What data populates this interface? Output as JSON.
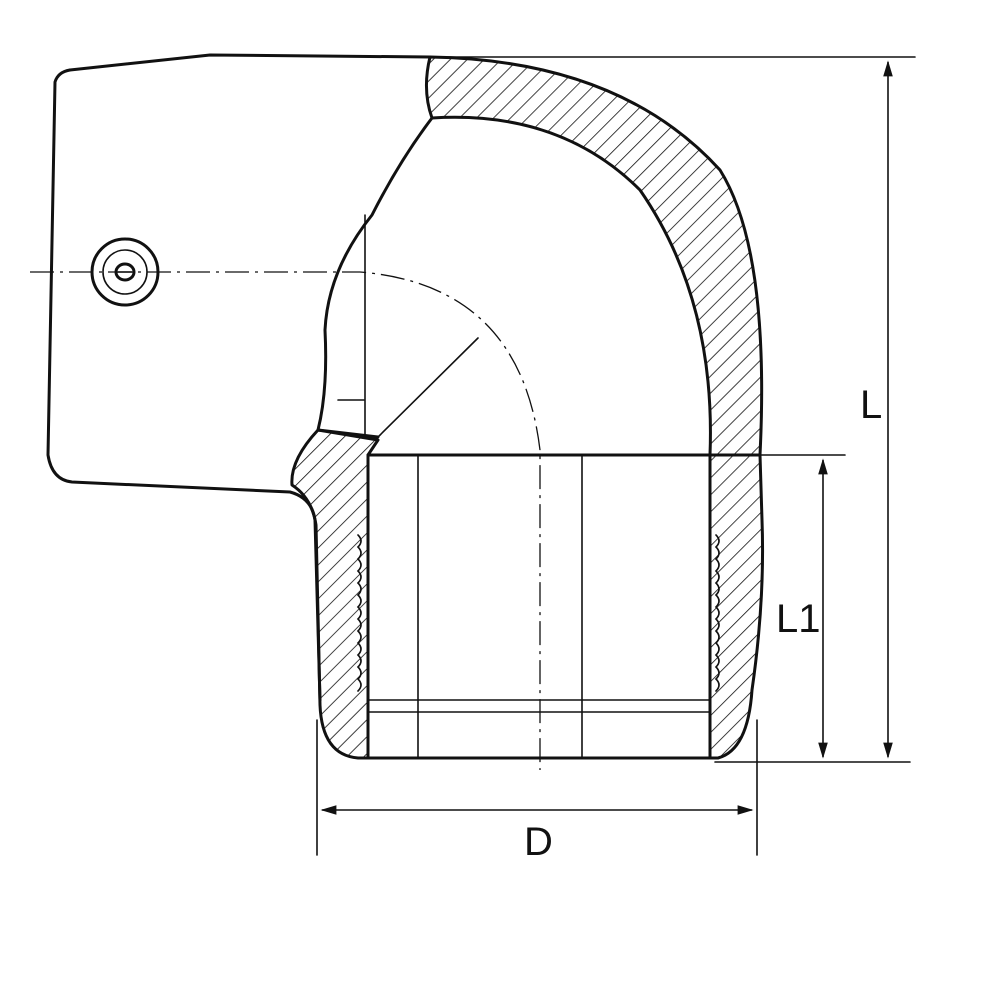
{
  "diagram": {
    "labels": {
      "overall_height": "L",
      "socket_depth": "L1",
      "outer_diameter": "D"
    },
    "colors": {
      "line": "#111111",
      "background": "#ffffff"
    }
  }
}
